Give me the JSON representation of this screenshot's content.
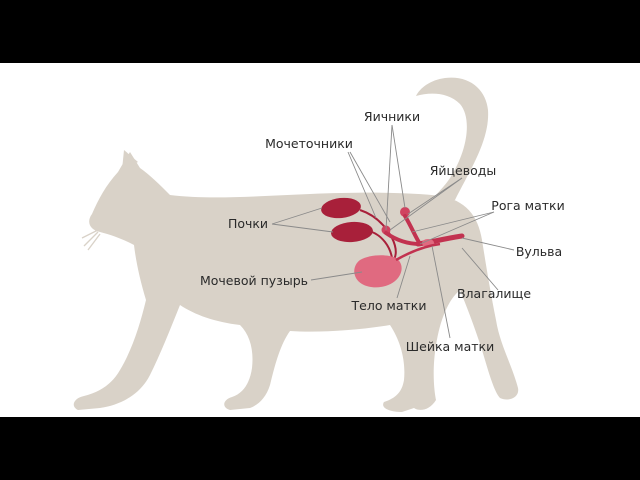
{
  "colors": {
    "background": "#ffffff",
    "letterbox": "#000000",
    "cat": "#d9d2c8",
    "organ_dark": "#a8203a",
    "organ_light": "#e06a80",
    "text": "#2a2a2a",
    "leader": "#8a8a8a"
  },
  "labels": {
    "ovaries": "Яичники",
    "ureters": "Мочеточники",
    "oviducts": "Яйцеводы",
    "uterine_horns": "Рога матки",
    "kidneys": "Почки",
    "vulva": "Вульва",
    "bladder": "Мочевой пузырь",
    "vagina": "Влагалище",
    "uterine_body": "Тело матки",
    "cervix": "Шейка матки"
  }
}
